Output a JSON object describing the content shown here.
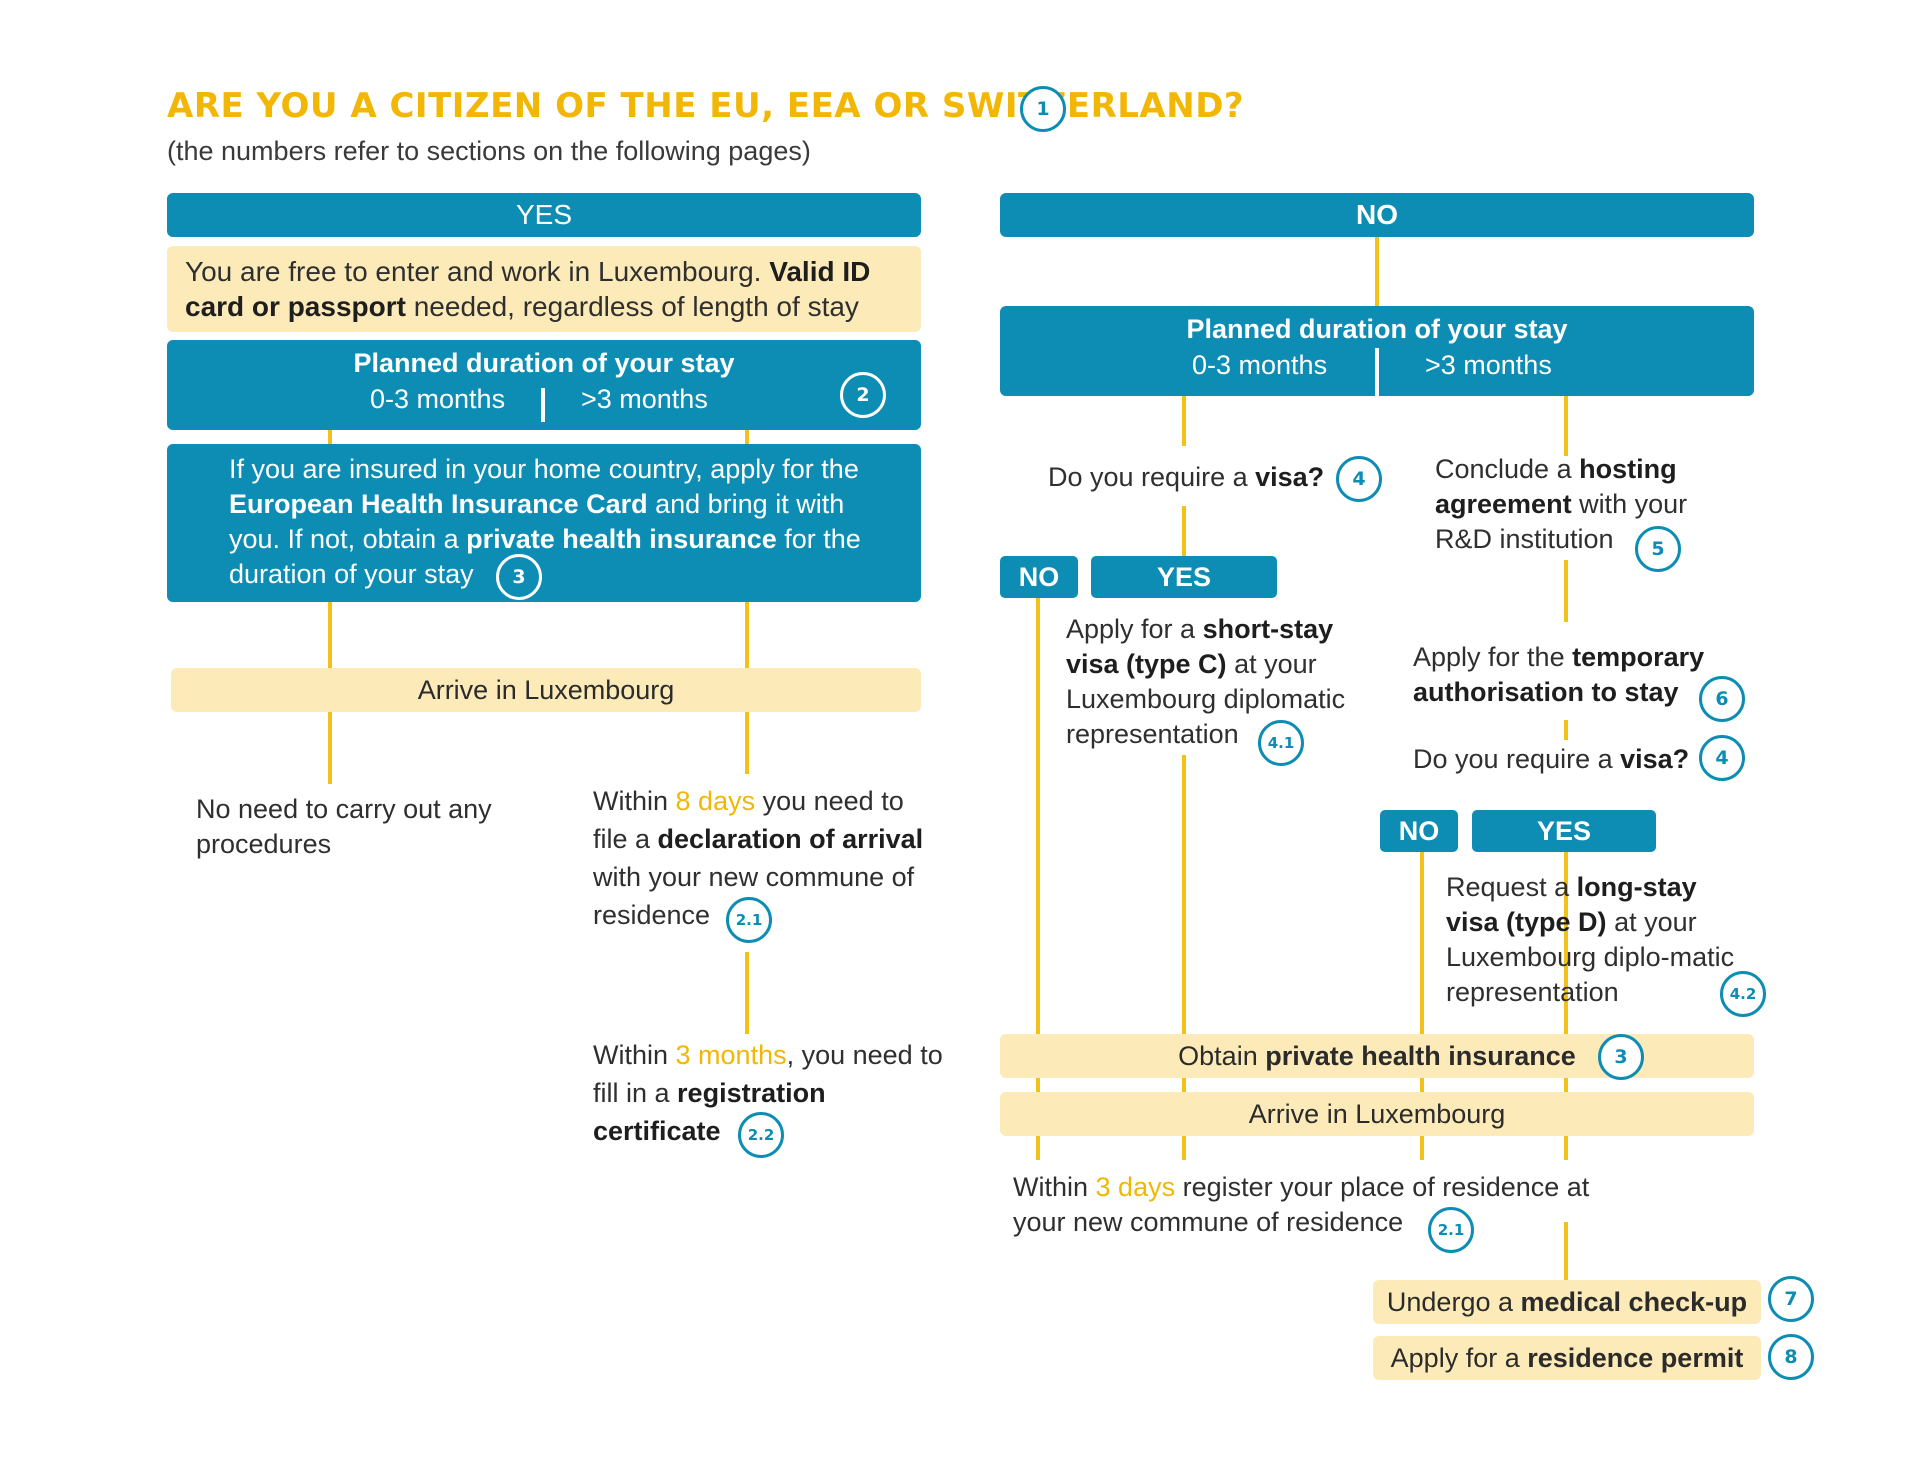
{
  "header": {
    "title": "ARE YOU A CITIZEN OF THE EU, EEA OR SWITZERLAND?",
    "title_ref": "1",
    "subtitle": "(the numbers refer to sections on the following pages)"
  },
  "yes_branch": {
    "header": "YES",
    "free_text_a": "You are free to enter and work in Luxembourg. ",
    "free_text_b": "Valid ID card or passport",
    "free_text_c": " needed, regardless of length of stay",
    "duration_title": "Planned duration of your stay",
    "short": "0-3 months",
    "long": ">3 months",
    "duration_ref": "2",
    "insurance_a": "If you are insured in your home country, apply for the ",
    "insurance_b": "European Health Insurance Card",
    "insurance_c": " and bring it with you. If not, obtain a ",
    "insurance_d": "private health insurance",
    "insurance_e": " for the duration of your stay",
    "insurance_ref": "3",
    "arrive": "Arrive in Luxembourg",
    "no_need": "No need to carry out any procedures",
    "within_a": "Within ",
    "eight_days": "8 days",
    "within_b": " you need to file a ",
    "declaration": "declaration of arrival",
    "within_c": " with your new commune of residence",
    "declaration_ref": "2.1",
    "reg_a": "Within ",
    "three_months": "3 months",
    "reg_b": ", you need to fill in a ",
    "reg_c": "registration certificate",
    "reg_ref": "2.2"
  },
  "no_branch": {
    "header": "NO",
    "duration_title": "Planned duration of your stay",
    "short": "0-3 months",
    "long": ">3 months",
    "visa_q_a": "Do you require a ",
    "visa_q_b": "visa?",
    "visa_ref": "4",
    "no_label": "NO",
    "yes_label": "YES",
    "short_visa_a": "Apply for a ",
    "short_visa_b": "short-stay visa (type C)",
    "short_visa_c": " at your Luxembourg diplomatic representation",
    "short_visa_ref": "4.1",
    "hosting_a": "Conclude a ",
    "hosting_b": "hosting agreement",
    "hosting_c": " with your R&D institution",
    "hosting_ref": "5",
    "temp_a": "Apply for the ",
    "temp_b": "temporary authorisation to stay",
    "temp_ref": "6",
    "visa2_a": "Do you require a ",
    "visa2_b": "visa?",
    "visa2_ref": "4",
    "no2_label": "NO",
    "yes2_label": "YES",
    "long_visa_a": "Request a ",
    "long_visa_b": "long-stay visa (type D)",
    "long_visa_c": " at your Luxembourg diplo-matic representation",
    "long_visa_ref": "4.2",
    "health_a": "Obtain ",
    "health_b": "private health insurance",
    "health_ref": "3",
    "arrive": "Arrive in Luxembourg",
    "register_a": "Within ",
    "three_days": "3 days",
    "register_b": " register your place of residence at your new commune of residence",
    "register_ref": "2.1",
    "medical_a": "Undergo a ",
    "medical_b": "medical check-up",
    "medical_ref": "7",
    "permit_a": "Apply for a ",
    "permit_b": "residence permit",
    "permit_ref": "8"
  }
}
